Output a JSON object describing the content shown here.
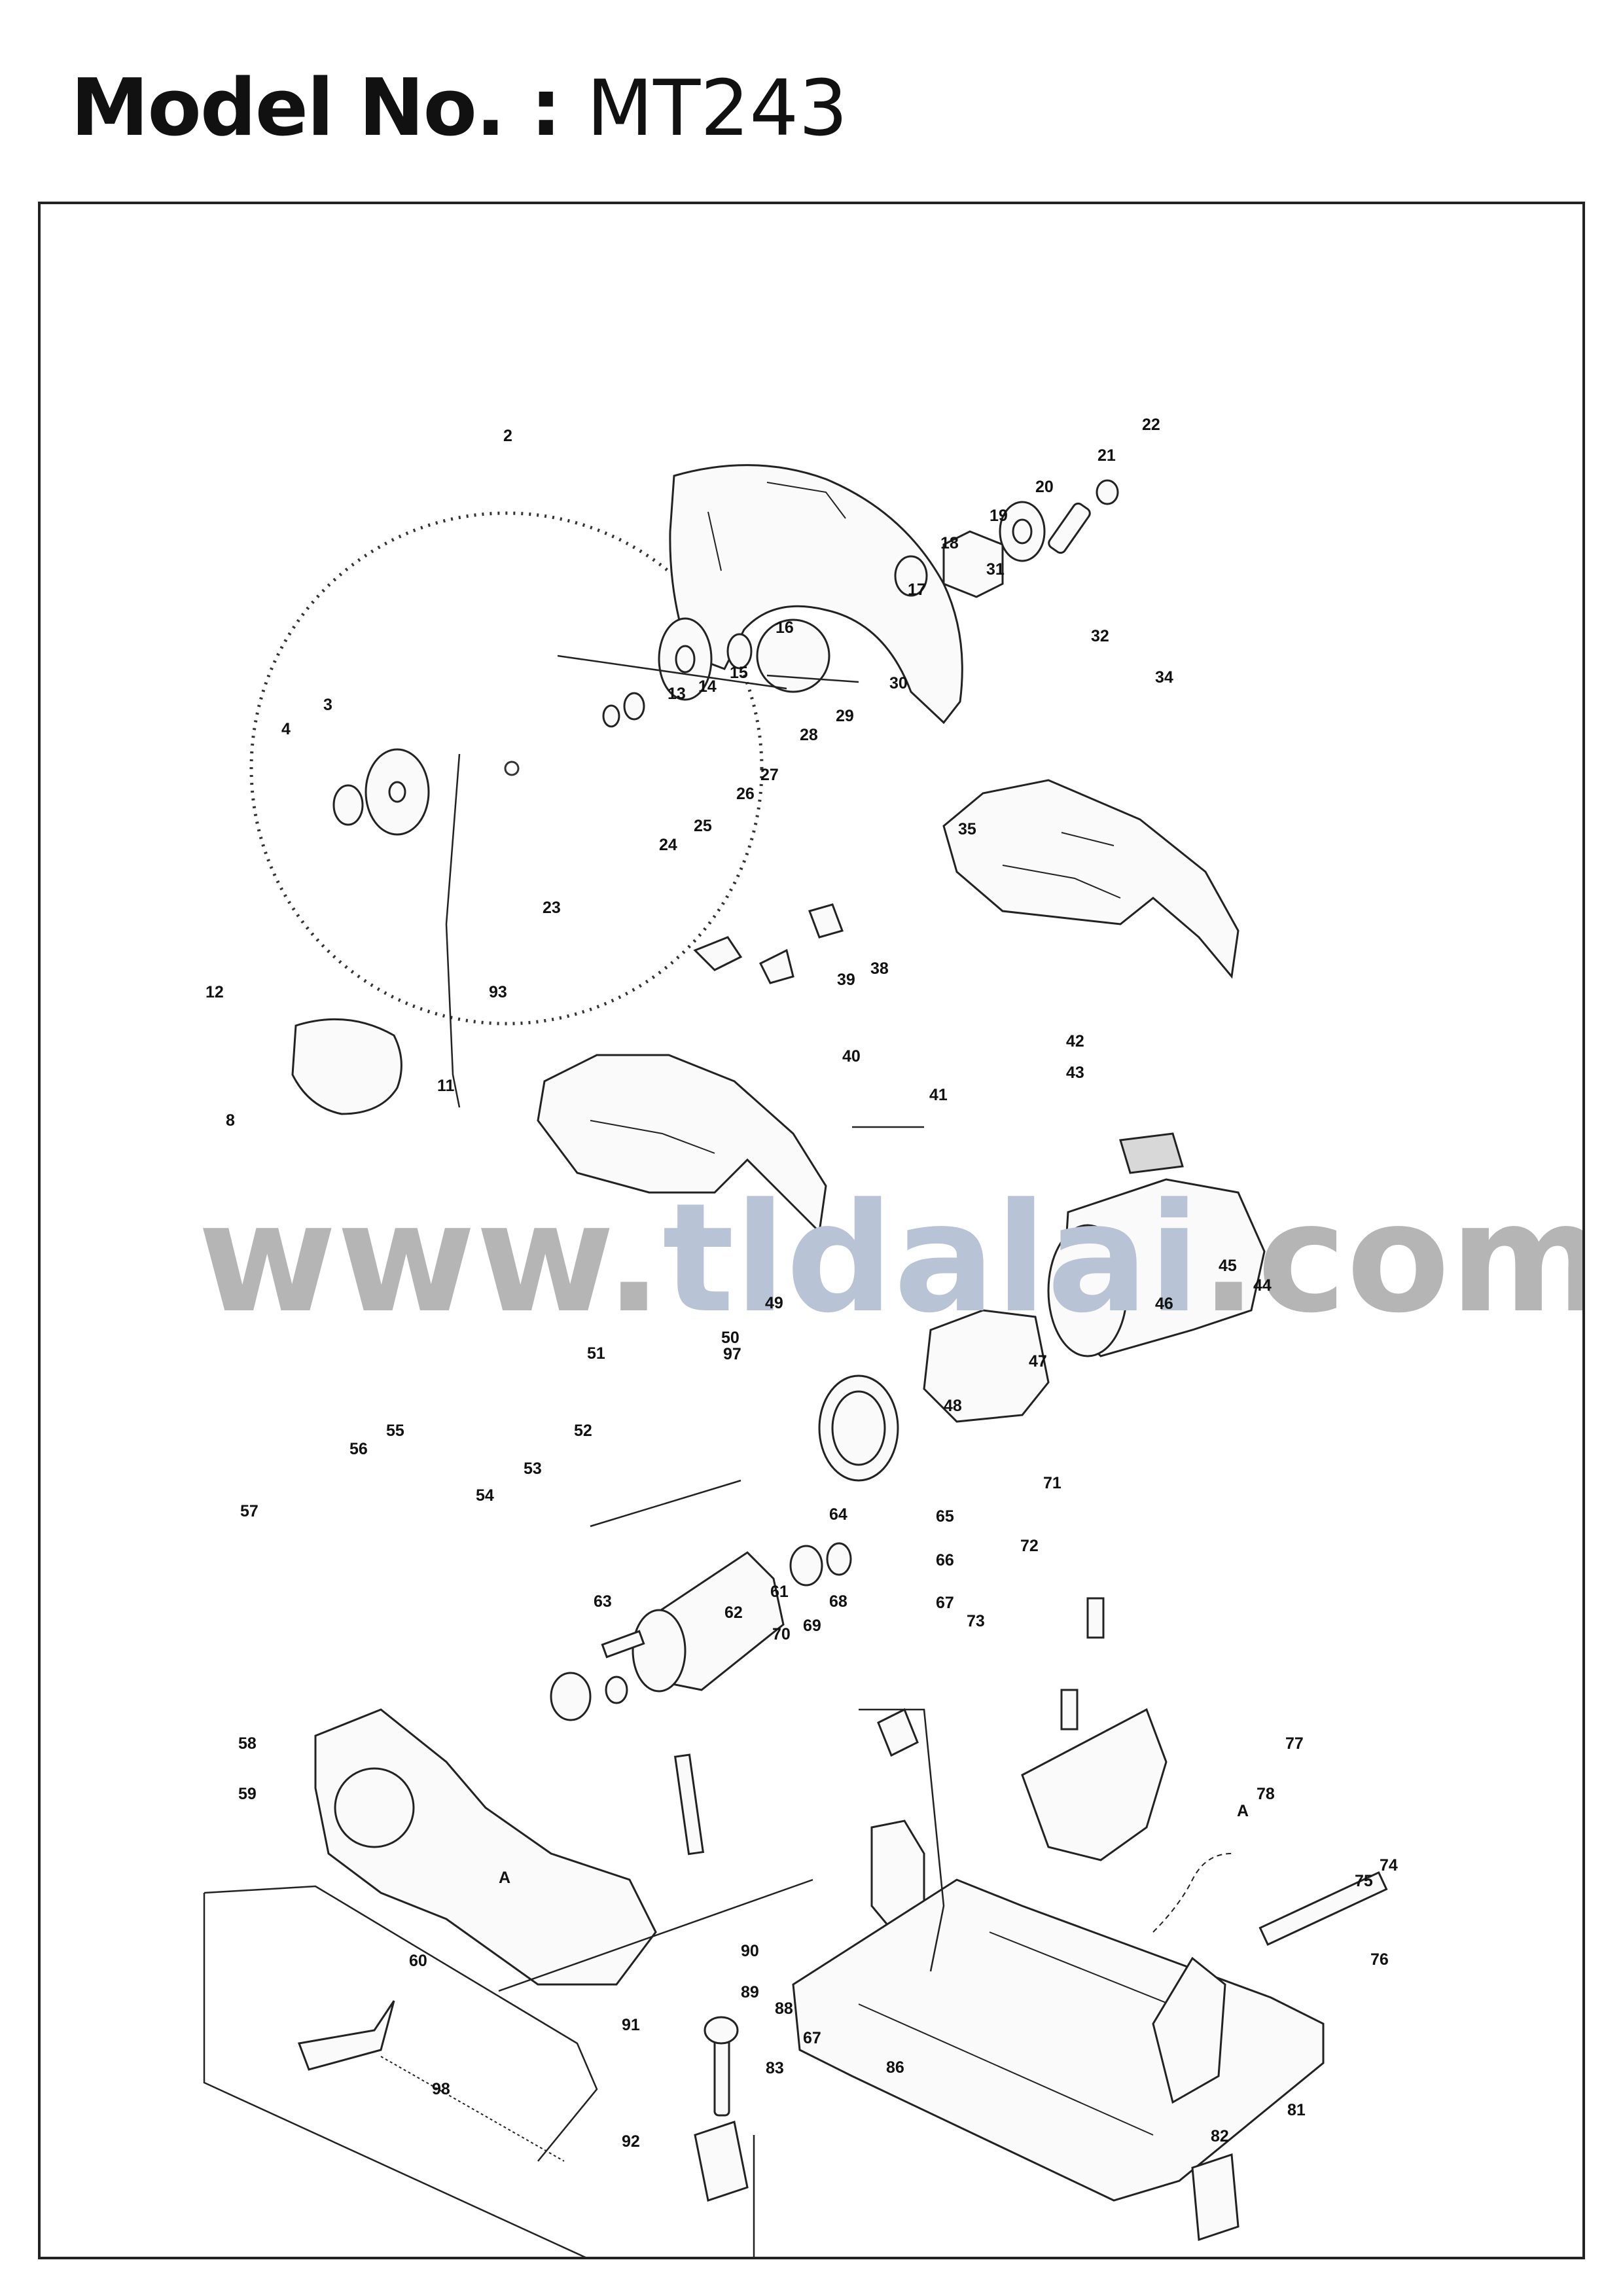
{
  "header": {
    "label": "Model No. :",
    "model": "MT243"
  },
  "watermark": {
    "prefix": "www.",
    "brand": "tldalai",
    "suffix": ".com",
    "prefix_color": "#b5b5b5",
    "brand_color": "#b9c3d6"
  },
  "parts": [
    {
      "id": "p2",
      "label": "2"
    },
    {
      "id": "p3",
      "label": "3"
    },
    {
      "id": "p4",
      "label": "4"
    },
    {
      "id": "p8",
      "label": "8"
    },
    {
      "id": "p11",
      "label": "11"
    },
    {
      "id": "p12",
      "label": "12"
    },
    {
      "id": "p13",
      "label": "13"
    },
    {
      "id": "p14",
      "label": "14"
    },
    {
      "id": "p15",
      "label": "15"
    },
    {
      "id": "p16",
      "label": "16"
    },
    {
      "id": "p17",
      "label": "17"
    },
    {
      "id": "p18",
      "label": "18"
    },
    {
      "id": "p19",
      "label": "19"
    },
    {
      "id": "p20",
      "label": "20"
    },
    {
      "id": "p21",
      "label": "21"
    },
    {
      "id": "p22",
      "label": "22"
    },
    {
      "id": "p23",
      "label": "23"
    },
    {
      "id": "p24",
      "label": "24"
    },
    {
      "id": "p25",
      "label": "25"
    },
    {
      "id": "p26",
      "label": "26"
    },
    {
      "id": "p27",
      "label": "27"
    },
    {
      "id": "p28",
      "label": "28"
    },
    {
      "id": "p29",
      "label": "29"
    },
    {
      "id": "p30",
      "label": "30"
    },
    {
      "id": "p31",
      "label": "31"
    },
    {
      "id": "p32",
      "label": "32"
    },
    {
      "id": "p34",
      "label": "34"
    },
    {
      "id": "p35",
      "label": "35"
    },
    {
      "id": "p38",
      "label": "38"
    },
    {
      "id": "p39",
      "label": "39"
    },
    {
      "id": "p40",
      "label": "40"
    },
    {
      "id": "p41",
      "label": "41"
    },
    {
      "id": "p42",
      "label": "42"
    },
    {
      "id": "p43",
      "label": "43"
    },
    {
      "id": "p44",
      "label": "44"
    },
    {
      "id": "p45",
      "label": "45"
    },
    {
      "id": "p46",
      "label": "46"
    },
    {
      "id": "p47",
      "label": "47"
    },
    {
      "id": "p48",
      "label": "48"
    },
    {
      "id": "p49",
      "label": "49"
    },
    {
      "id": "p50",
      "label": "50"
    },
    {
      "id": "p51",
      "label": "51"
    },
    {
      "id": "p52",
      "label": "52"
    },
    {
      "id": "p53",
      "label": "53"
    },
    {
      "id": "p54",
      "label": "54"
    },
    {
      "id": "p55",
      "label": "55"
    },
    {
      "id": "p56",
      "label": "56"
    },
    {
      "id": "p57",
      "label": "57"
    },
    {
      "id": "p58",
      "label": "58"
    },
    {
      "id": "p59",
      "label": "59"
    },
    {
      "id": "p60",
      "label": "60"
    },
    {
      "id": "p61",
      "label": "61"
    },
    {
      "id": "p62",
      "label": "62"
    },
    {
      "id": "p63",
      "label": "63"
    },
    {
      "id": "p64",
      "label": "64"
    },
    {
      "id": "p65",
      "label": "65"
    },
    {
      "id": "p66",
      "label": "66"
    },
    {
      "id": "p67",
      "label": "67"
    },
    {
      "id": "p67b",
      "label": "67"
    },
    {
      "id": "p68",
      "label": "68"
    },
    {
      "id": "p69",
      "label": "69"
    },
    {
      "id": "p70",
      "label": "70"
    },
    {
      "id": "p71",
      "label": "71"
    },
    {
      "id": "p72",
      "label": "72"
    },
    {
      "id": "p73",
      "label": "73"
    },
    {
      "id": "p74",
      "label": "74"
    },
    {
      "id": "p75",
      "label": "75"
    },
    {
      "id": "p76",
      "label": "76"
    },
    {
      "id": "p77",
      "label": "77"
    },
    {
      "id": "p78",
      "label": "78"
    },
    {
      "id": "p81",
      "label": "81"
    },
    {
      "id": "p82",
      "label": "82"
    },
    {
      "id": "p83",
      "label": "83"
    },
    {
      "id": "p86",
      "label": "86"
    },
    {
      "id": "p88",
      "label": "88"
    },
    {
      "id": "p89",
      "label": "89"
    },
    {
      "id": "p90",
      "label": "90"
    },
    {
      "id": "p91",
      "label": "91"
    },
    {
      "id": "p92",
      "label": "92"
    },
    {
      "id": "p93",
      "label": "93"
    },
    {
      "id": "p97",
      "label": "97"
    },
    {
      "id": "p98",
      "label": "98"
    },
    {
      "id": "pA1",
      "label": "A"
    },
    {
      "id": "pA2",
      "label": "A"
    }
  ]
}
